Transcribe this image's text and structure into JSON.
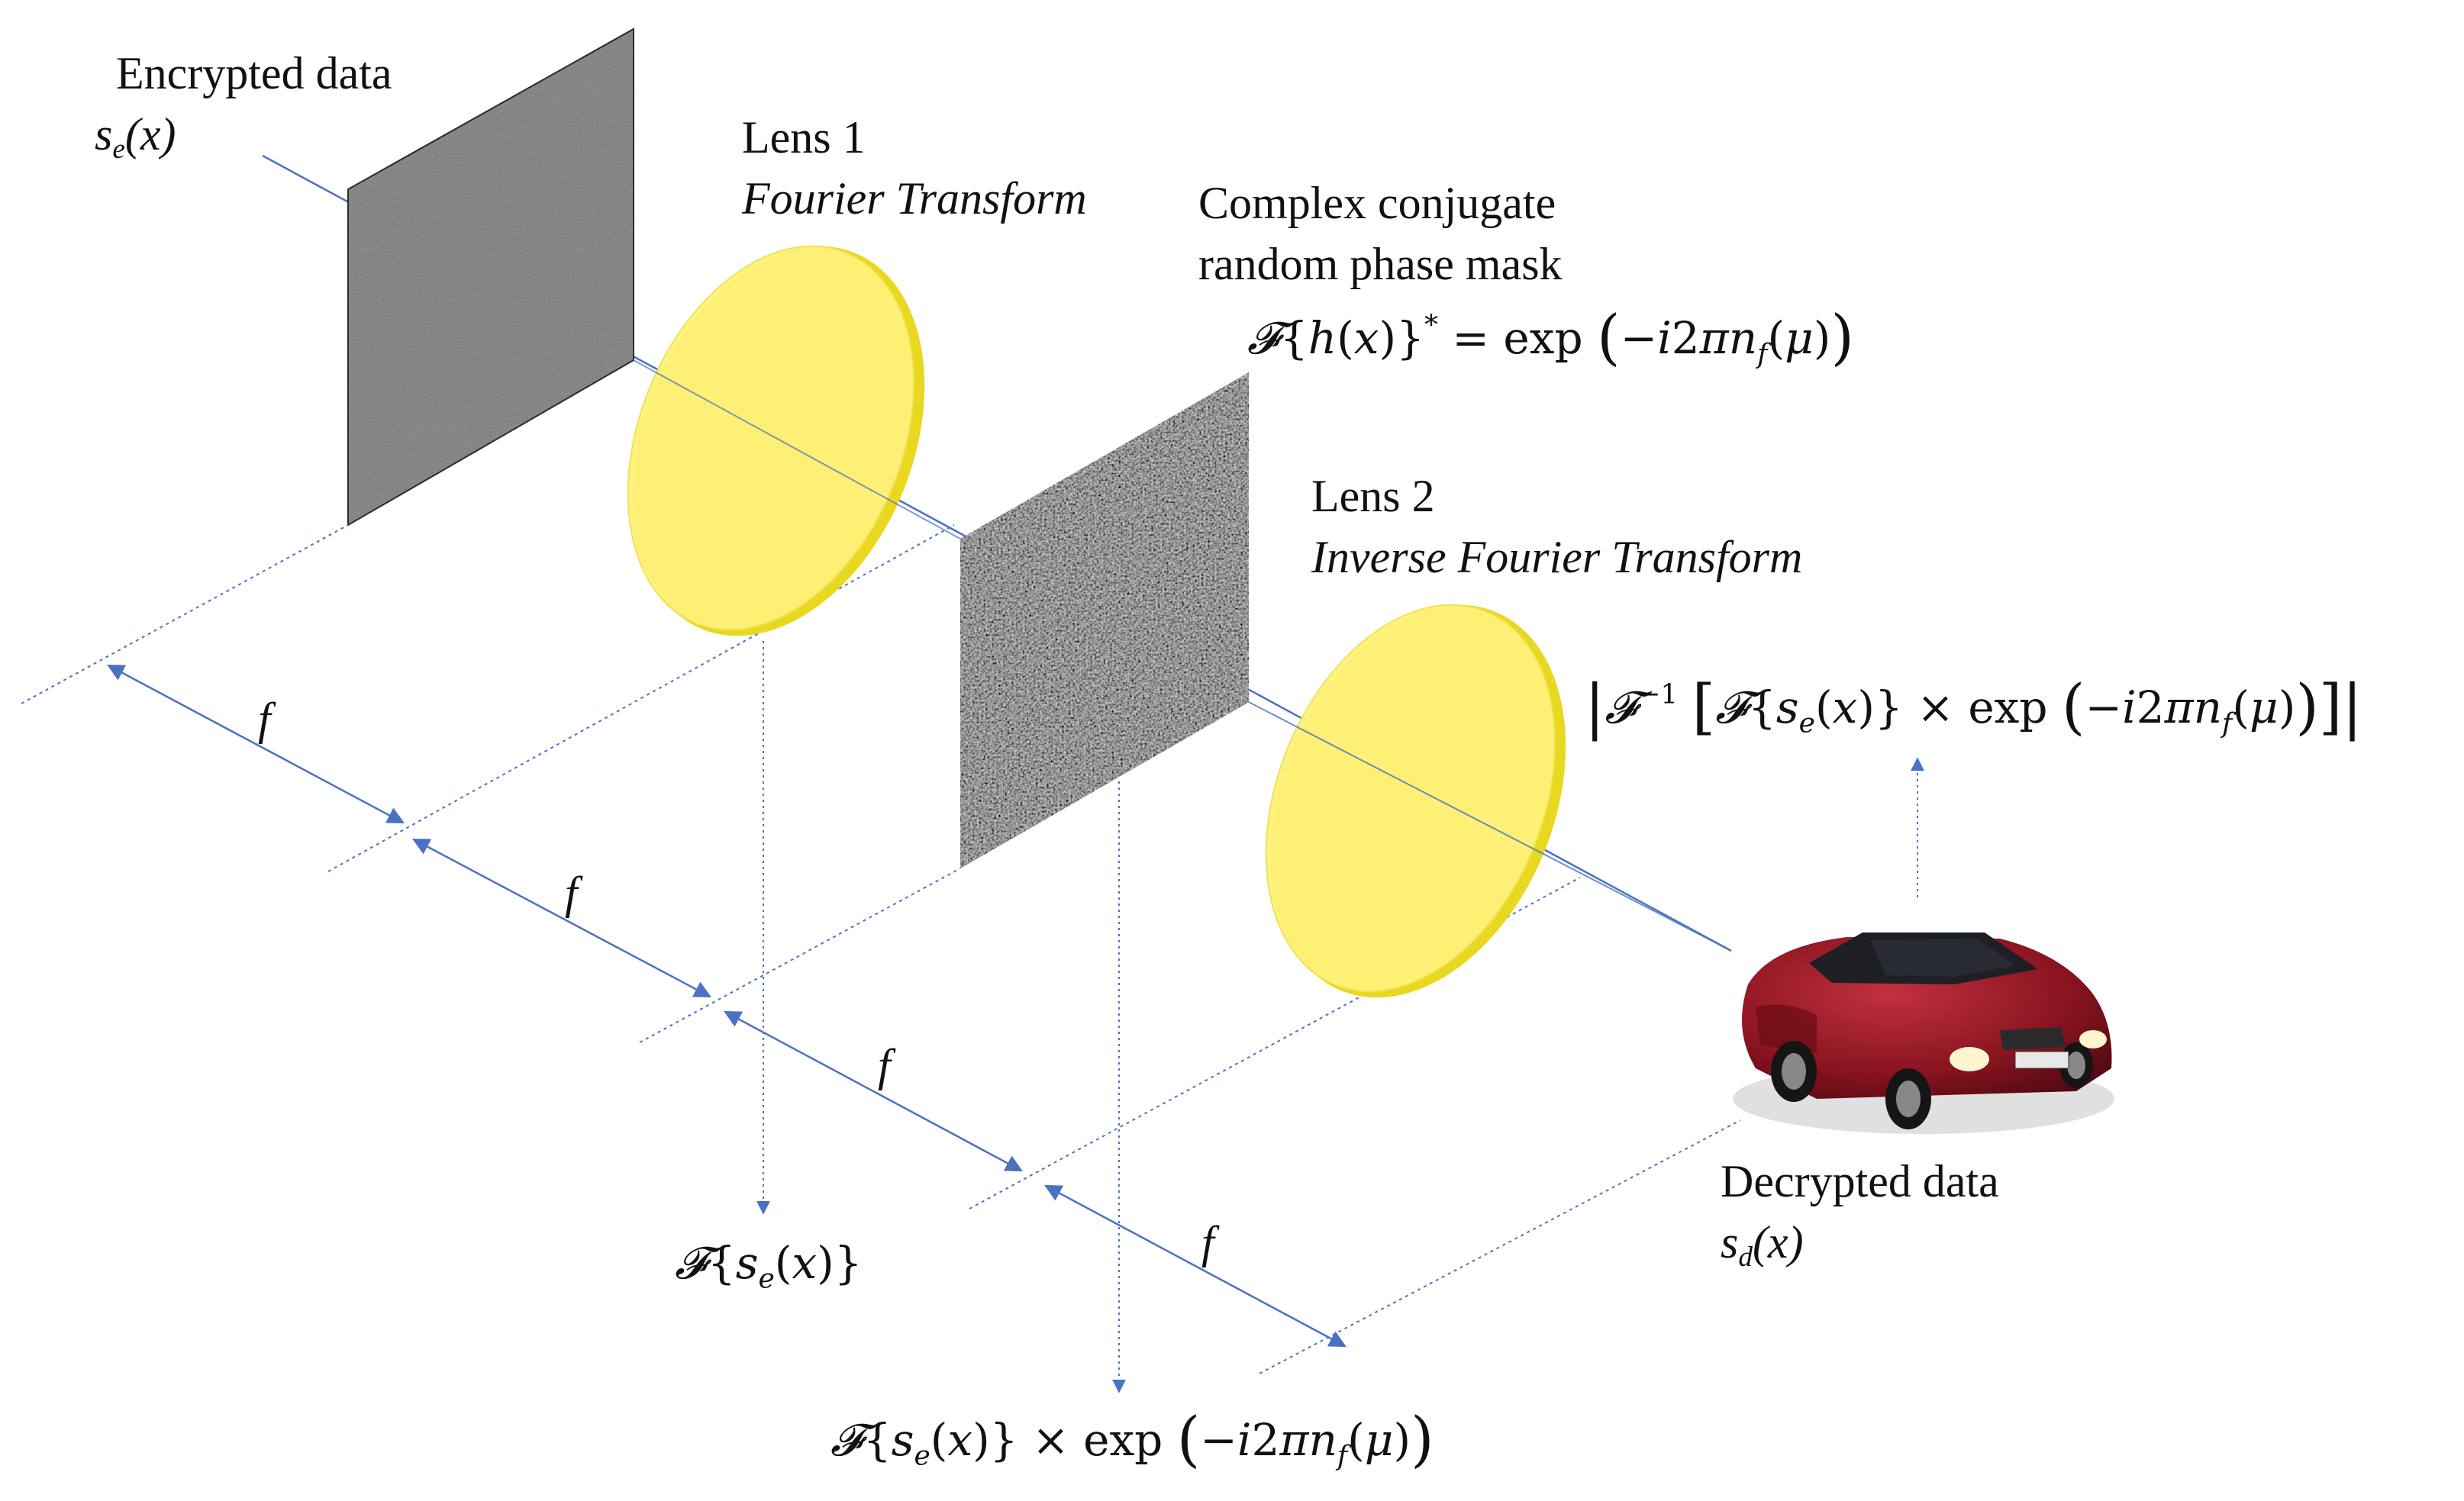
{
  "labels": {
    "encrypted_title": "Encrypted data",
    "encrypted_sym": "s",
    "encrypted_sub": "e",
    "encrypted_arg": "(x)",
    "lens1_title": "Lens 1",
    "lens1_sub": "Fourier Transform",
    "mask_title_1": "Complex conjugate",
    "mask_title_2": "random phase mask",
    "lens2_title": "Lens 2",
    "lens2_sub": "Inverse Fourier Transform",
    "decrypted_title": "Decrypted data",
    "decrypted_sym": "s",
    "decrypted_sub": "d",
    "decrypted_arg": "(x)",
    "focal": "f"
  },
  "equations": {
    "mask_eq": "𝓕{h(x)}* = exp(−i2πn_f(μ))",
    "fourier_plane_eq": "𝓕{s_e(x)}",
    "product_eq": "𝓕{s_e(x)} × exp(−i2πn_f(μ))",
    "output_eq": "|𝓕⁻¹[𝓕{s_e(x)} × exp(−i2πn_f(μ))]|"
  },
  "colors": {
    "axis_line": "#4a72c4",
    "lens_fill": "#fff27a",
    "lens_edge": "#e8d820",
    "plane_dark": "#3c3c3c",
    "car_body": "#8a1420"
  },
  "icons": {
    "encrypted_plane": "noise-plane",
    "lens": "lens-disc",
    "phase_mask": "random-phase-mask",
    "decrypted_object": "car-image"
  }
}
